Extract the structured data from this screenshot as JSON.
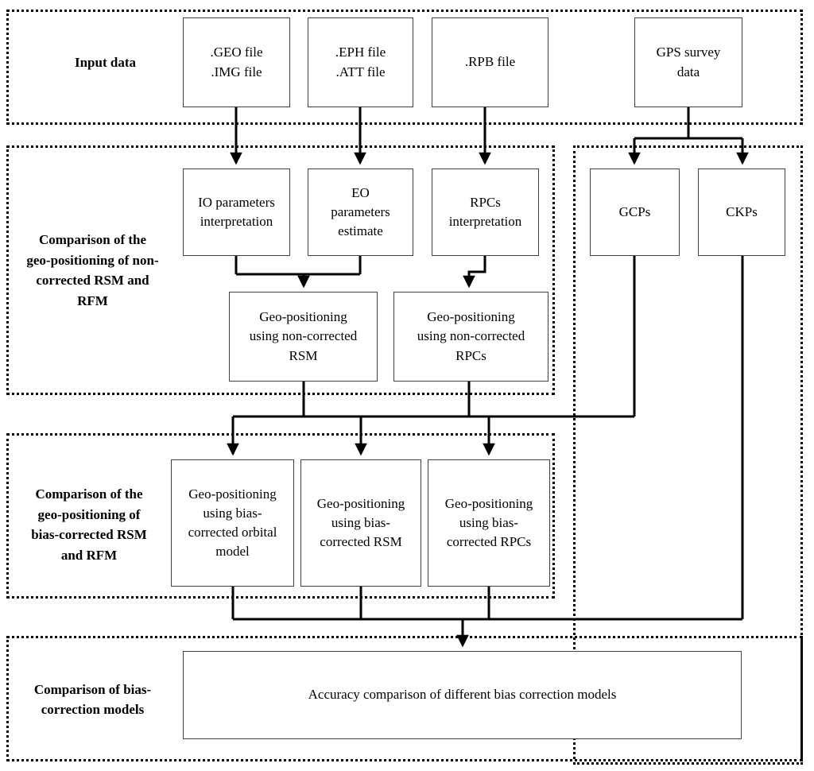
{
  "diagram": {
    "title": "Geo-positioning workflow comparison flowchart",
    "type": "flowchart",
    "sections": [
      {
        "id": "input",
        "label": "Input data"
      },
      {
        "id": "noncorrected",
        "label": "Comparison of the geo-positioning of non-corrected RSM and RFM"
      },
      {
        "id": "gps",
        "label": ""
      },
      {
        "id": "biascorrected",
        "label": "Comparison of the geo-positioning of bias-corrected RSM and RFM"
      },
      {
        "id": "models",
        "label": "Comparison of bias-correction models"
      }
    ],
    "nodes": {
      "geo_img": {
        "lines": [
          ".GEO file",
          ".IMG file"
        ]
      },
      "eph_att": {
        "lines": [
          ".EPH file",
          ".ATT file"
        ]
      },
      "rpb": {
        "lines": [
          ".RPB file"
        ]
      },
      "gps_survey": {
        "lines": [
          "GPS survey",
          "data"
        ]
      },
      "io_params": {
        "lines": [
          "IO parameters",
          "interpretation"
        ]
      },
      "eo_params": {
        "lines": [
          "EO",
          "parameters",
          "estimate"
        ]
      },
      "rpcs_interp": {
        "lines": [
          "RPCs",
          "interpretation"
        ]
      },
      "gcps": {
        "lines": [
          "GCPs"
        ]
      },
      "ckps": {
        "lines": [
          "CKPs"
        ]
      },
      "geo_noncorr_rsm": {
        "lines": [
          "Geo-positioning",
          "using non-corrected",
          "RSM"
        ]
      },
      "geo_noncorr_rpcs": {
        "lines": [
          "Geo-positioning",
          "using non-corrected",
          "RPCs"
        ]
      },
      "geo_bias_orbital": {
        "lines": [
          "Geo-positioning",
          "using bias-",
          "corrected orbital",
          "model"
        ]
      },
      "geo_bias_rsm": {
        "lines": [
          "Geo-positioning",
          "using bias-",
          "corrected RSM"
        ]
      },
      "geo_bias_rpcs": {
        "lines": [
          "Geo-positioning",
          "using bias-",
          "corrected RPCs"
        ]
      },
      "accuracy_comparison": {
        "lines": [
          "Accuracy comparison of different bias correction models"
        ]
      }
    },
    "section_labels": {
      "input": [
        "Input data"
      ],
      "noncorrected": [
        "Comparison of the",
        "geo-positioning of non-",
        "corrected RSM and",
        "RFM"
      ],
      "biascorrected": [
        "Comparison of the",
        "geo-positioning of",
        "bias-corrected RSM",
        "and RFM"
      ],
      "models": [
        "Comparison of bias-",
        "correction models"
      ]
    },
    "colors": {
      "box_border": "#404040",
      "panel_border": "#000000",
      "line": "#000000",
      "text": "#000000",
      "background": "#ffffff"
    }
  }
}
